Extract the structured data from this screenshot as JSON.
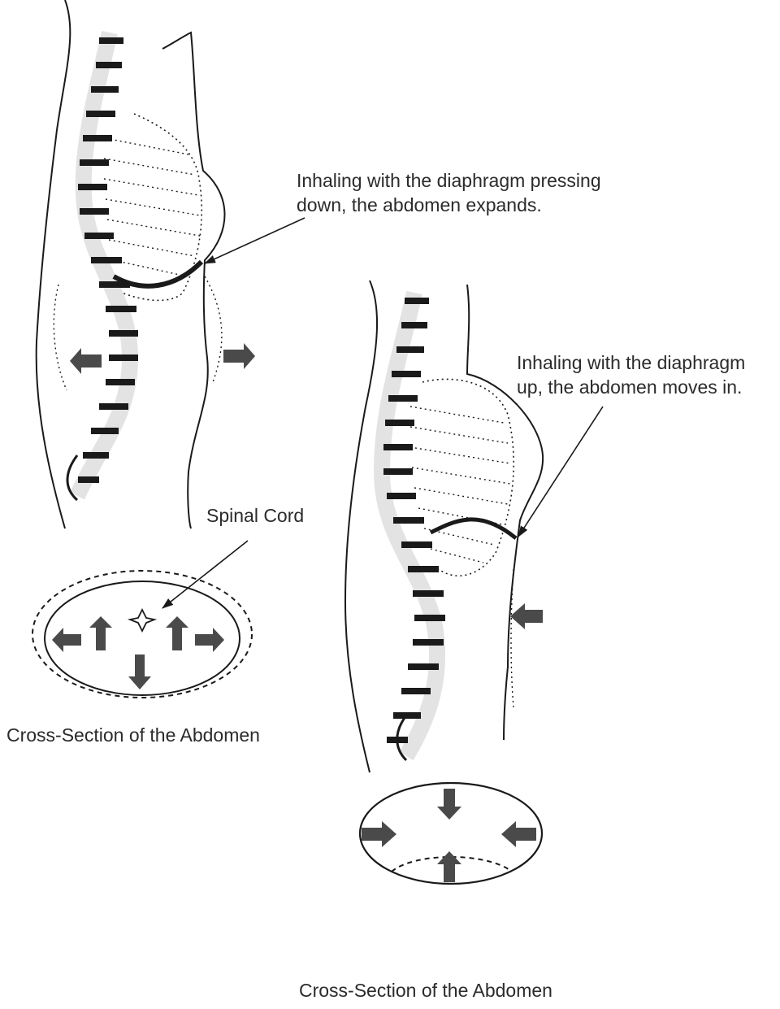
{
  "annotations": {
    "inhale_down": [
      "Inhaling with the diaphragm pressing",
      "down, the abdomen expands."
    ],
    "inhale_up": [
      "Inhaling with the diaphragm",
      "up, the abdomen moves in."
    ],
    "spinal_cord": "Spinal Cord",
    "cross_section_left": "Cross-Section of the Abdomen",
    "cross_section_right": "Cross-Section of the Abdomen"
  },
  "colors": {
    "ink": "#1a1a1a",
    "arrow_fill": "#4a4a4a",
    "text": "#2b2b2b"
  }
}
